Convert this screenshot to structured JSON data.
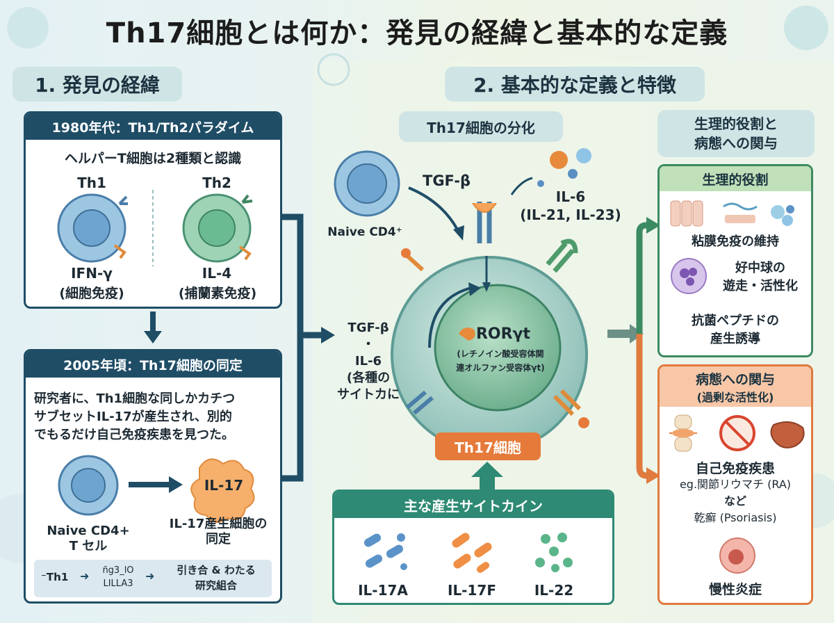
{
  "title": "Th17細胞とは何か：発見の経緯と基本的な定義",
  "section1": {
    "heading": "1. 発見の経緯",
    "panel_1980": {
      "header": "1980年代：Th1/Th2パラダイム",
      "subtitle": "ヘルパーT細胞は2種類と認識",
      "th1": {
        "name": "Th1",
        "cytokine": "IFN-γ",
        "immunity": "(細胞免疫)"
      },
      "th2": {
        "name": "Th2",
        "cytokine": "IL-4",
        "immunity": "(捕蘭素免疫)"
      }
    },
    "panel_2005": {
      "header": "2005年頃：Th17細胞の同定",
      "body_lines": [
        "研究者に、Th1細胞な同しかカチつ",
        "サブセットIL-17が産生され、別的",
        "でもるだけ自己免疫疾患を見つた。"
      ],
      "naive_label_1": "Naive CD4+",
      "naive_label_2": "T セル",
      "il17_label": "IL-17",
      "il17_caption_1": "IL-17産生細胞の",
      "il17_caption_2": "同定",
      "footer": {
        "item1": "⁻Th1",
        "item2_1": "ñg3_lO",
        "item2_2": "LⅠLLA3",
        "item3_1": "引き合 & わたる",
        "item3_2": "研究組合"
      }
    }
  },
  "section2": {
    "heading": "2. 基本的な定義と特徴",
    "differentiation_heading": "Th17細胞の分化",
    "naive_label": "Naive CD4⁺",
    "tgfb_top": "TGF-β",
    "il6_label": "IL-6",
    "il6_sub": "(IL-21, IL-23)",
    "left_inputs": [
      "TGF-β",
      "・",
      "IL-6",
      "(各種の",
      "サイトカに"
    ],
    "roryt": "RORγt",
    "roryt_sub_1": "(レチノイン酸受容体関",
    "roryt_sub_2": "連オルファン受容体γt)",
    "th17_label": "Th17細胞",
    "cytokines_heading": "主な産生サイトカイン",
    "cytokines": [
      "IL-17A",
      "IL-17F",
      "IL-22"
    ]
  },
  "roles": {
    "heading_1": "生理的役割と",
    "heading_2": "病態への関与",
    "physiological": {
      "header": "生理的役割",
      "item1": "粘膜免疫の維持",
      "item2_1": "好中球の",
      "item2_2": "遊走・活性化",
      "item3_1": "抗菌ペプチドの",
      "item3_2": "産生誘導"
    },
    "pathological": {
      "header_1": "病態への関与",
      "header_2": "(過剰な活性化)",
      "autoimmune": "自己免疫疾患",
      "example_1": "eg.関節リウマチ (RA)",
      "example_2": "など",
      "example_3": "乾癬 (Psoriasis)",
      "chronic": "慢性炎症"
    }
  },
  "colors": {
    "navy": "#1f4d66",
    "teal": "#2e8a74",
    "orange": "#e57a3a",
    "green": "#4f9b6b"
  }
}
